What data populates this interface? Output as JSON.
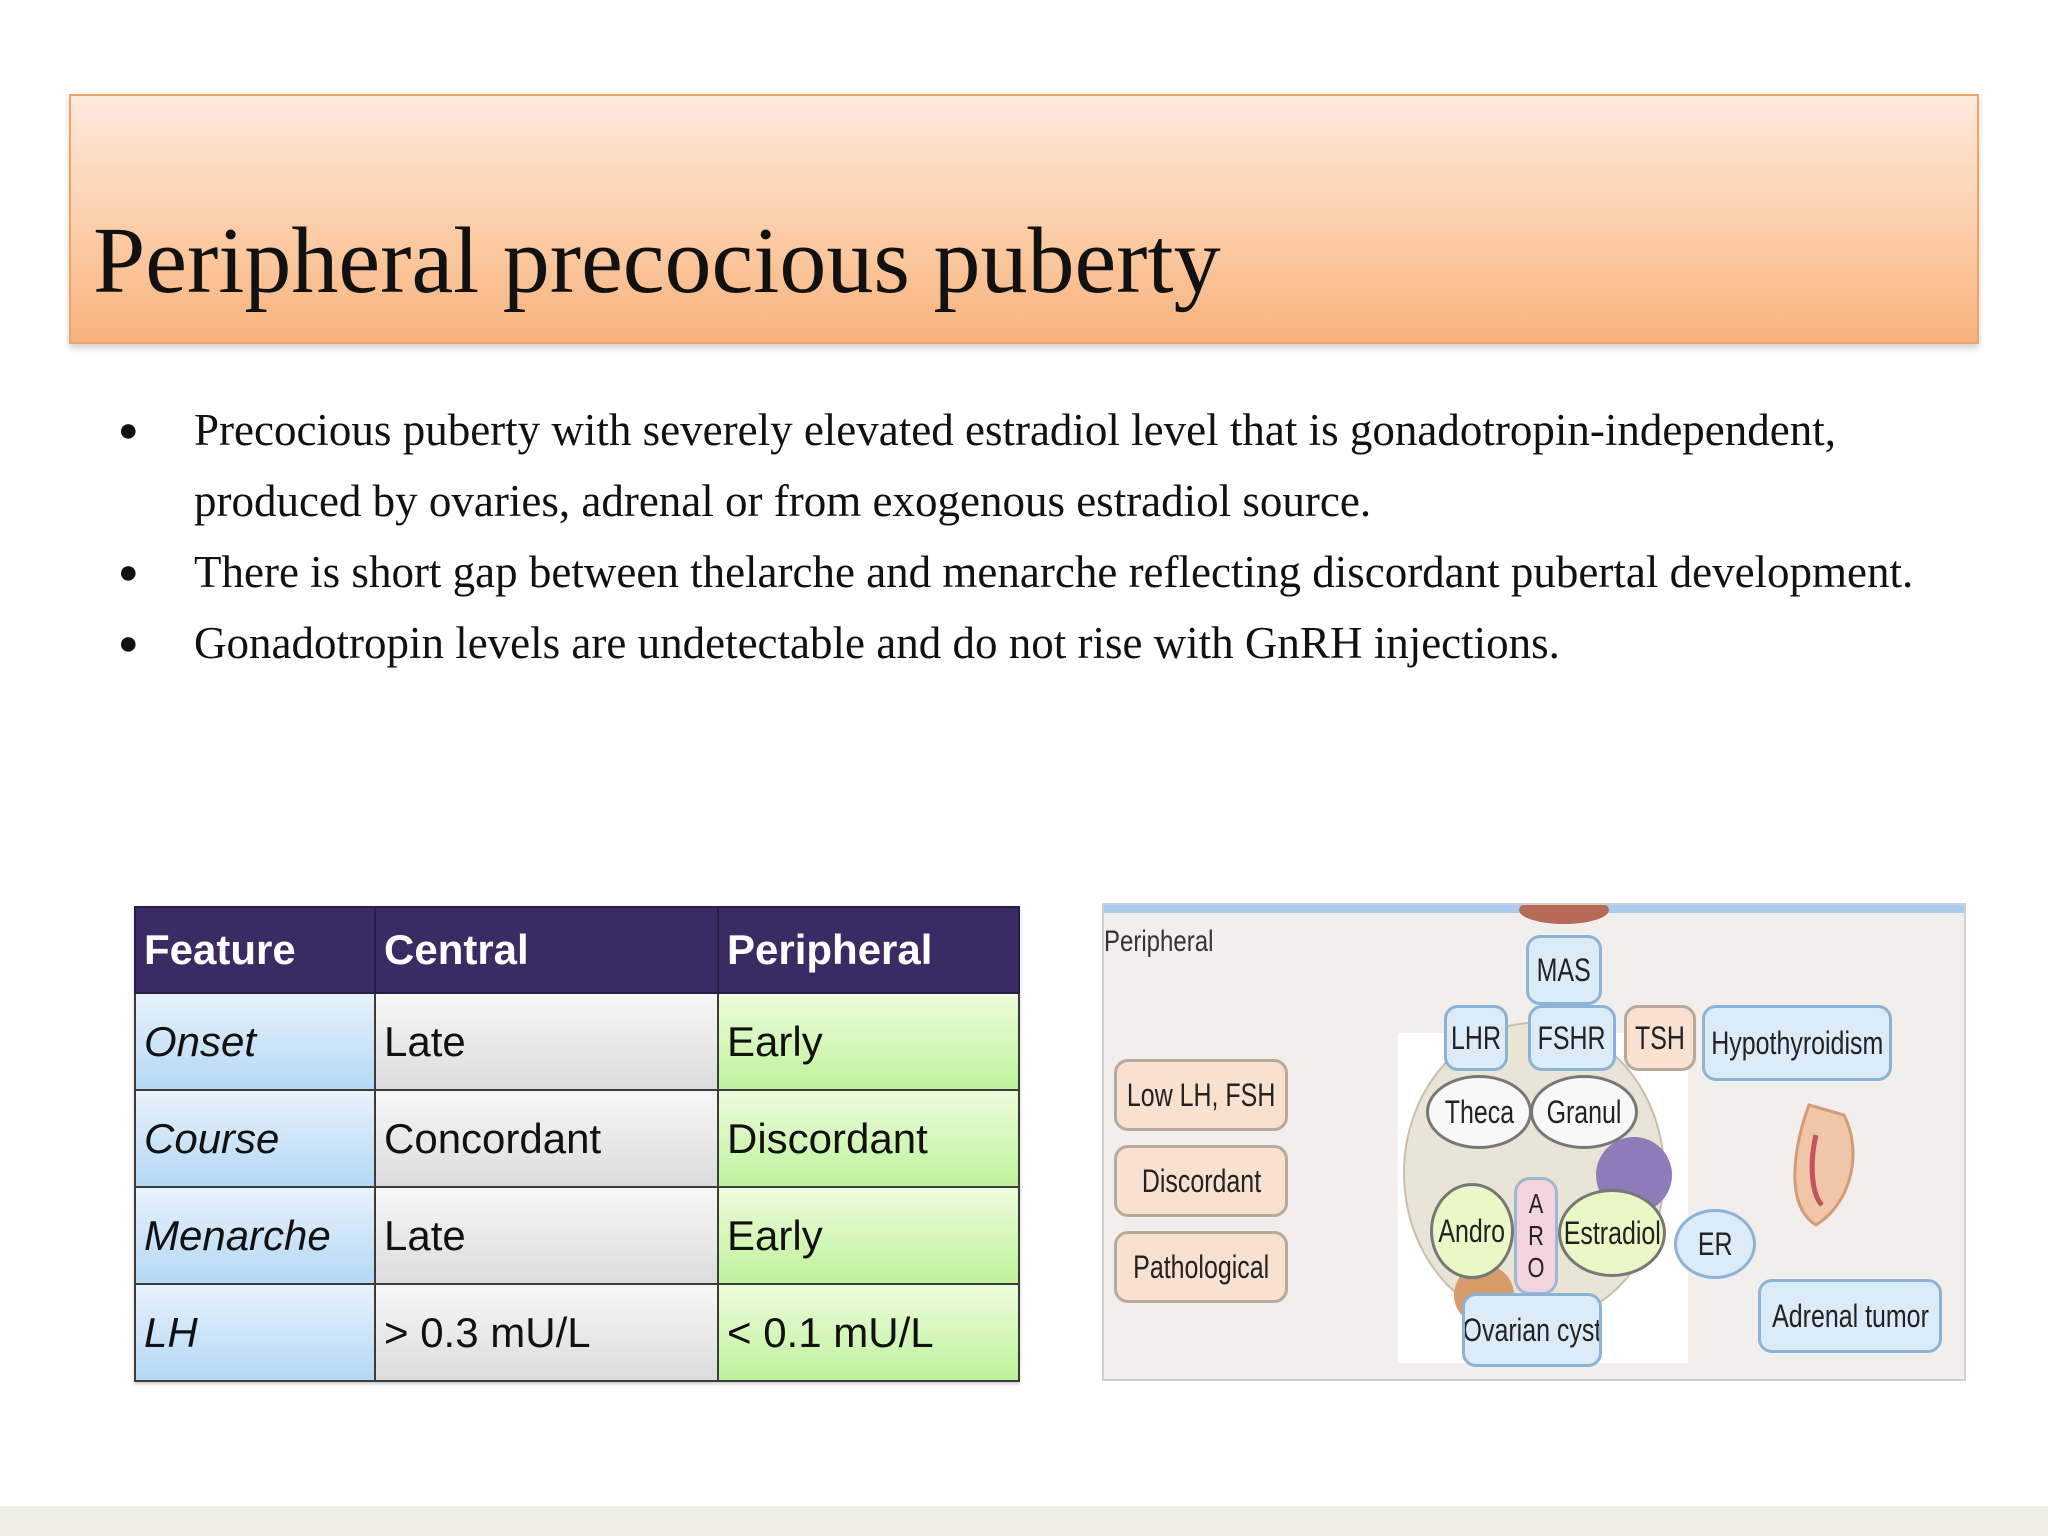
{
  "slide": {
    "title": "Peripheral precocious puberty",
    "bullets": [
      "Precocious puberty with severely elevated estradiol level that is gonadotropin-independent, produced by ovaries, adrenal or from exogenous estradiol source.",
      "There is short gap between thelarche and menarche reflecting discordant pubertal development.",
      "Gonadotropin levels are undetectable and do not rise with GnRH injections."
    ],
    "bullet_glyph": "●"
  },
  "table": {
    "headers": [
      "Feature",
      "Central",
      "Peripheral"
    ],
    "rows": [
      [
        "Onset",
        "Late",
        "Early"
      ],
      [
        "Course",
        "Concordant",
        "Discordant"
      ],
      [
        "Menarche",
        "Late",
        "Early"
      ],
      [
        "LH",
        "> 0.3 mU/L",
        "< 0.1 mU/L"
      ]
    ],
    "colors": {
      "header": "#3b2a63",
      "feature": "#b5d8f5",
      "central": "#dcdcdc",
      "peripheral": "#bff29c"
    }
  },
  "diagram": {
    "label": "Peripheral",
    "left_boxes": [
      "Low LH, FSH",
      "Discordant",
      "Pathological"
    ],
    "nodes": {
      "mas": "MAS",
      "lhr": "LHR",
      "fshr": "FSHR",
      "tsh": "TSH",
      "hypothyroidism": "Hypothyroidism",
      "theca": "Theca",
      "granul": "Granul",
      "andro": "Andro",
      "aro": "A R O",
      "estradiol": "Estradiol",
      "er": "ER",
      "ovarian_cyst": "Ovarian cyst",
      "adrenal_tumor": "Adrenal tumor"
    }
  }
}
